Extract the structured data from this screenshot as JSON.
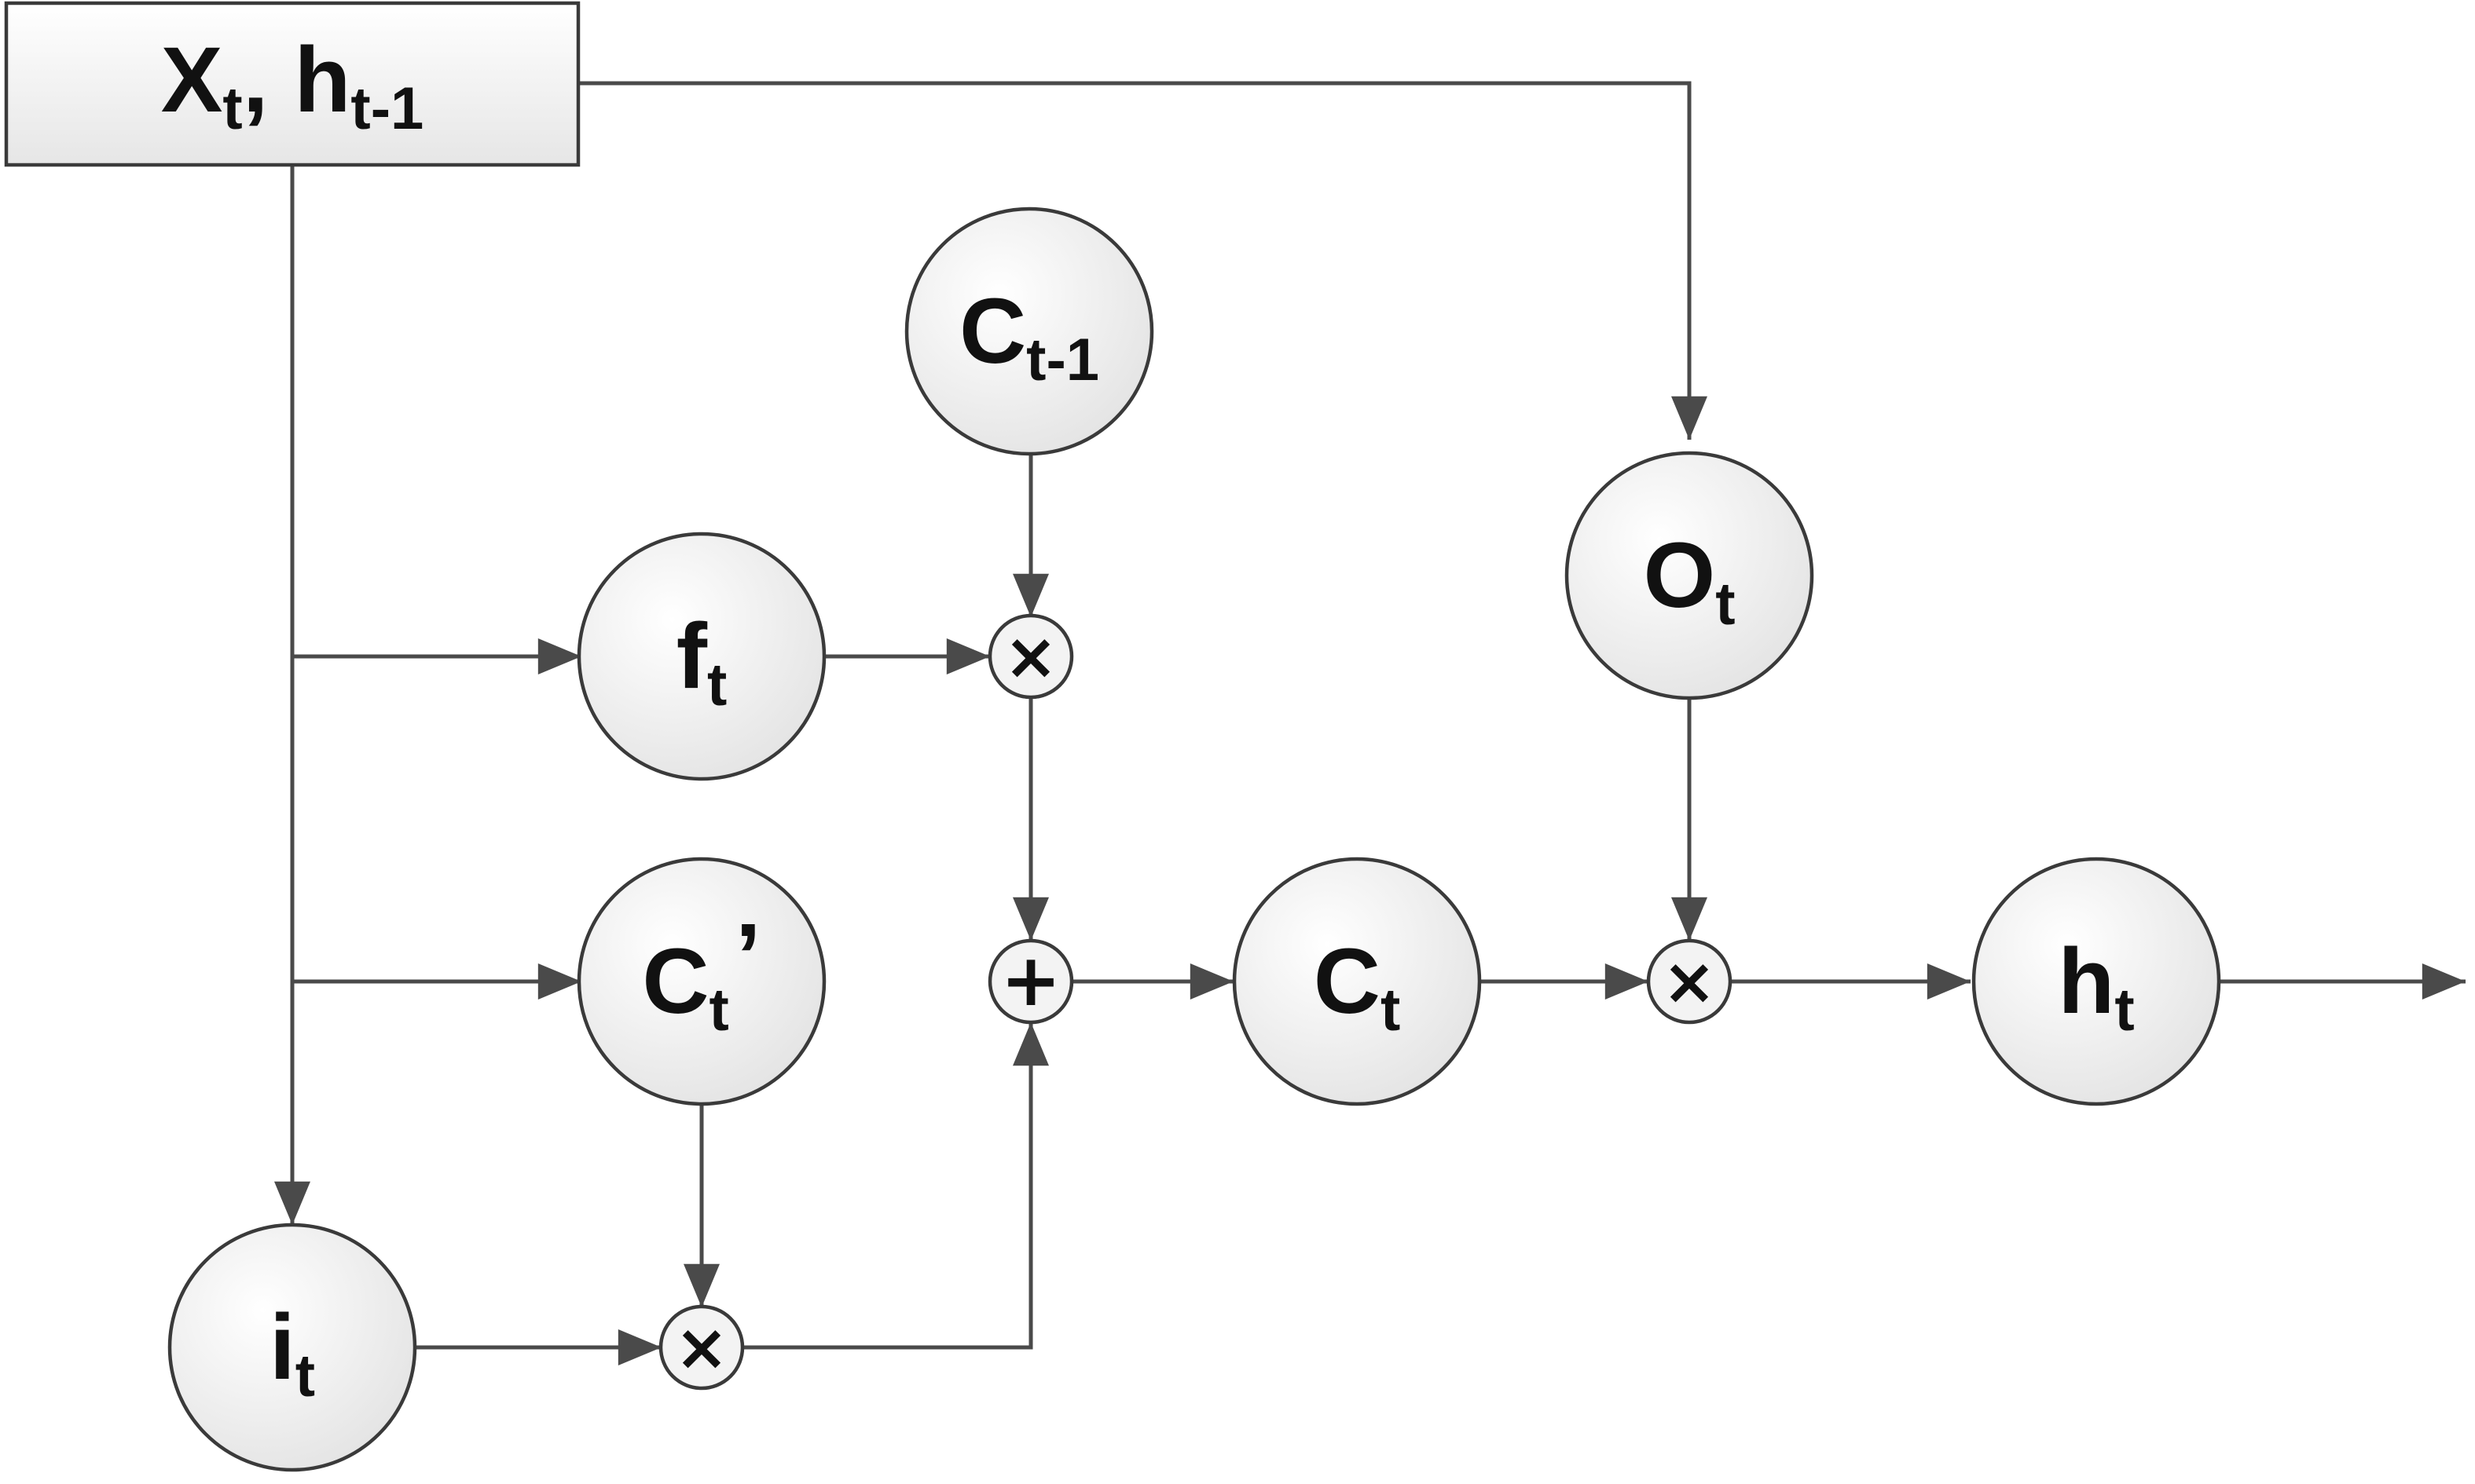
{
  "input_box": {
    "x": "X",
    "x_sub": "t",
    "sep": ", ",
    "h": "h",
    "h_sub": "t-1"
  },
  "nodes": {
    "c_prev": {
      "main": "C",
      "sub": "t-1"
    },
    "forget": {
      "main": "f",
      "sub": "t"
    },
    "output": {
      "main": "O",
      "sub": "t"
    },
    "cand": {
      "main": "C",
      "sub": "t",
      "suffix": "’"
    },
    "state": {
      "main": "C",
      "sub": "t"
    },
    "hidden": {
      "main": "h",
      "sub": "t"
    },
    "input": {
      "main": "i",
      "sub": "t"
    }
  },
  "operators": {
    "multiply": "×",
    "add": "+"
  },
  "colors": {
    "stroke": "#3a3a3a",
    "node_fill_light": "#ffffff",
    "node_fill_dark": "#e2e2e2"
  }
}
